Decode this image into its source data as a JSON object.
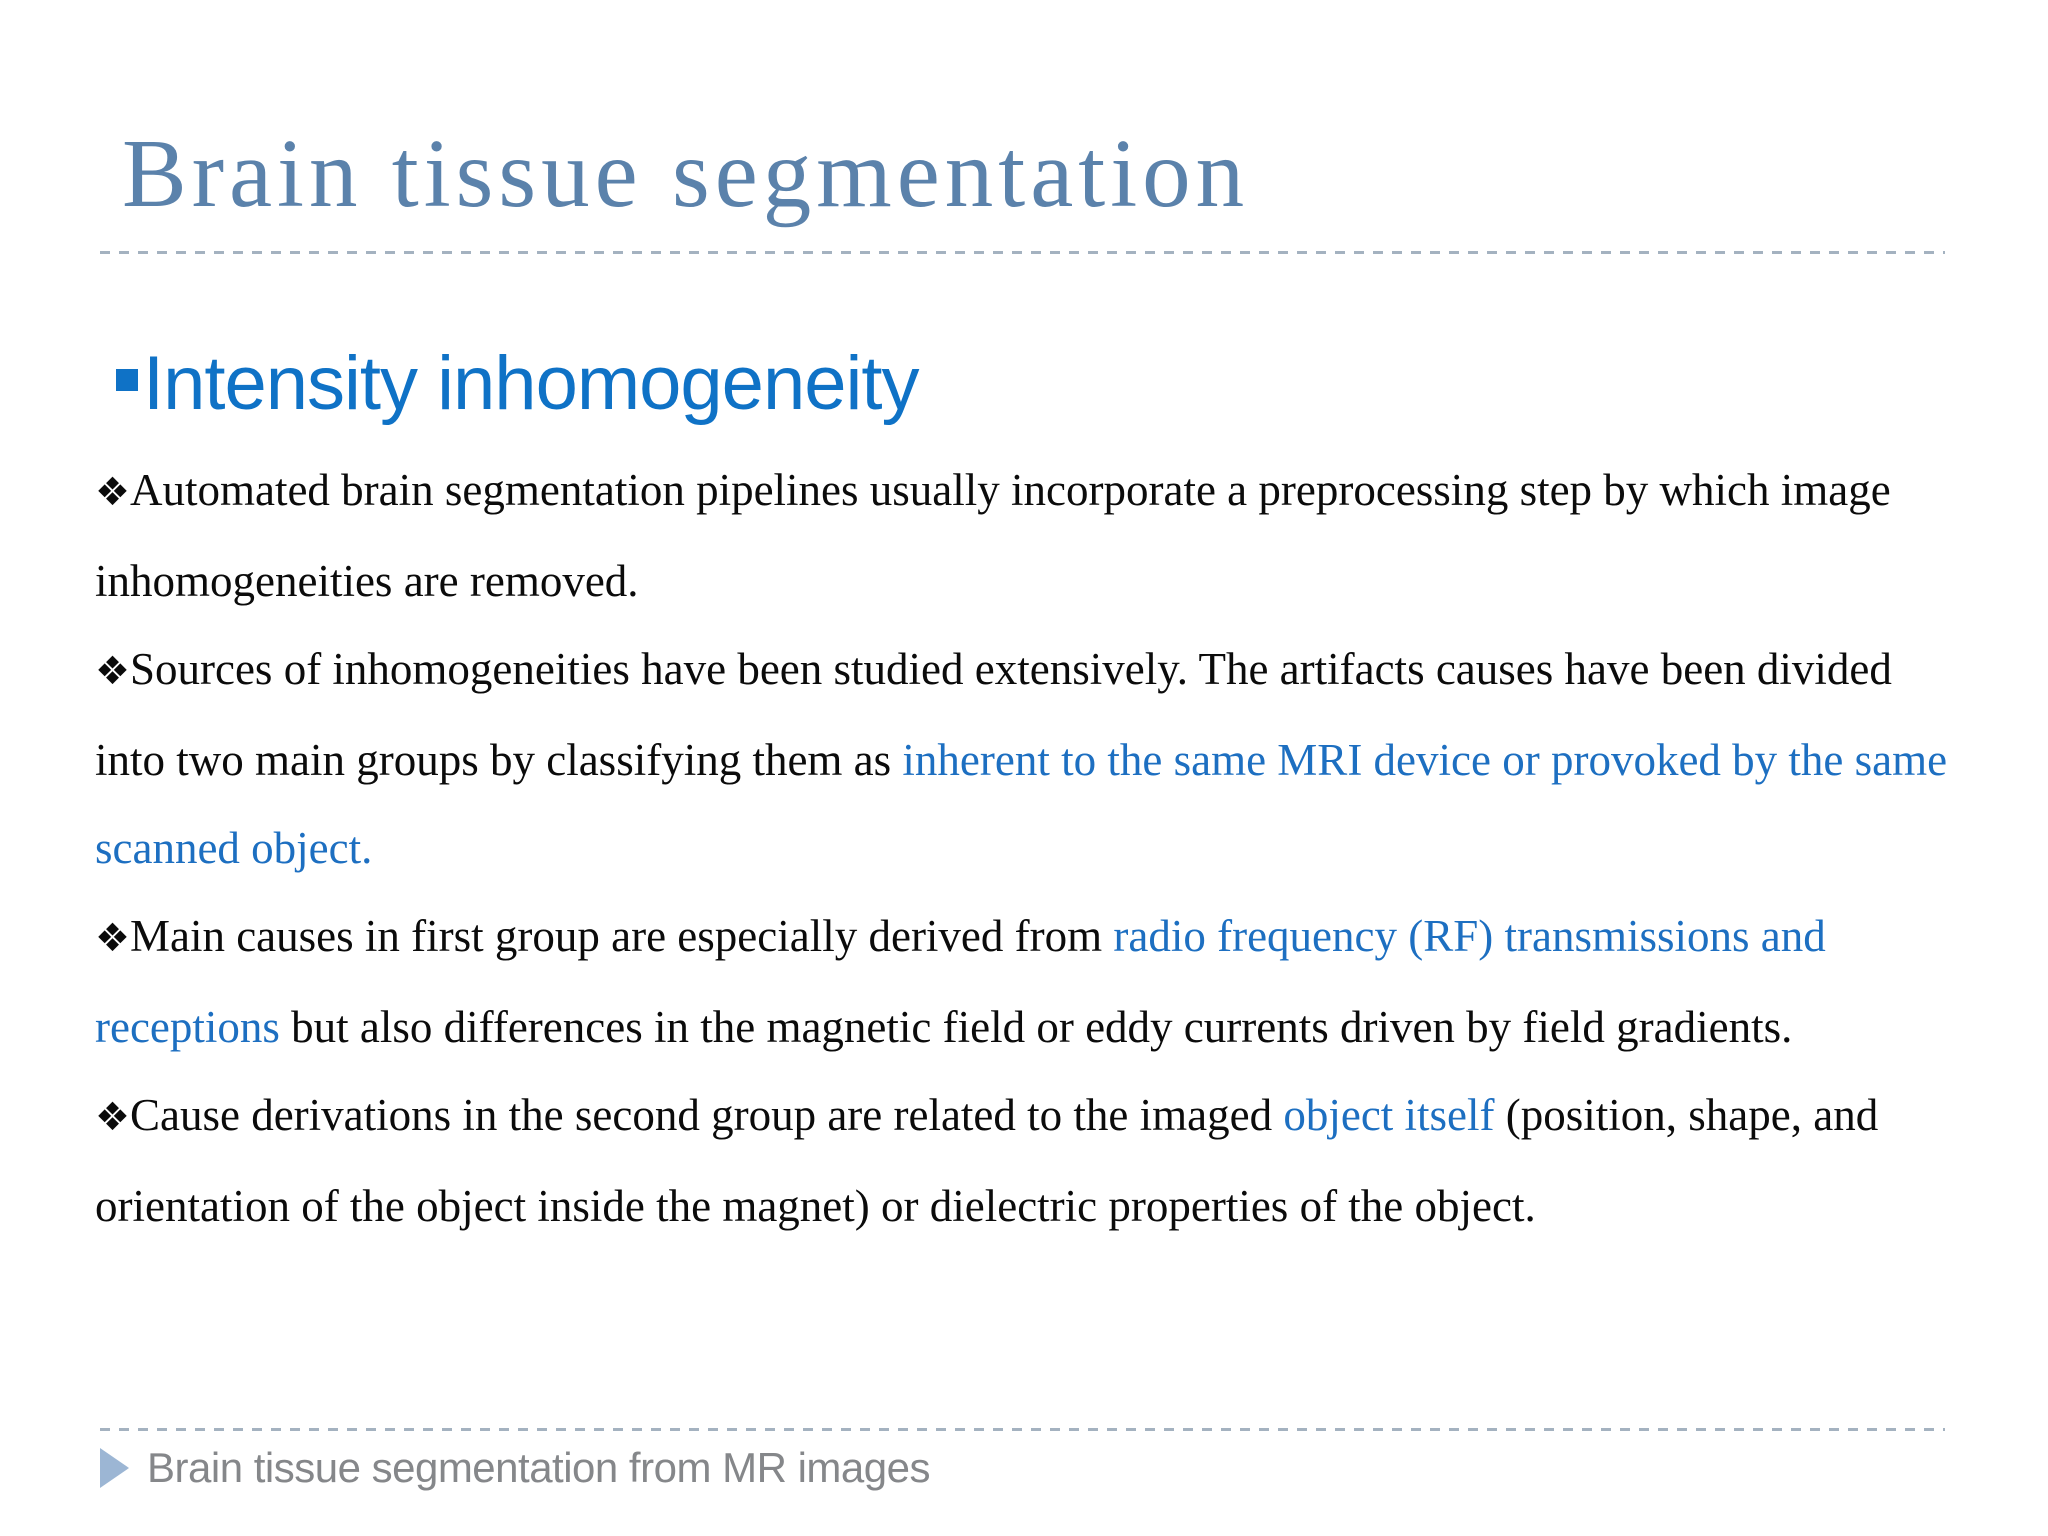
{
  "slide": {
    "title": "Brain tissue segmentation",
    "heading": {
      "text": "Intensity inhomogeneity"
    },
    "bullets": [
      {
        "marker": "❖",
        "segments": [
          {
            "text": "Automated brain segmentation pipelines usually incorporate a preprocessing step by which image inhomogeneities are removed."
          }
        ]
      },
      {
        "marker": "❖",
        "segments": [
          {
            "text": "Sources of inhomogeneities have been studied extensively. The artifacts causes have been divided into two main groups by classifying them as "
          },
          {
            "text": "inherent to the same MRI device or provoked by the same scanned object."
          }
        ]
      },
      {
        "marker": "❖",
        "segments": [
          {
            "text": "Main causes in first group are especially derived from "
          },
          {
            "text": "radio frequency (RF) transmissions and receptions"
          },
          {
            "text": " but also differences in the magnetic field or eddy currents driven by field gradients."
          }
        ]
      },
      {
        "marker": "❖",
        "segments": [
          {
            "text": "Cause derivations in the second group are related to the imaged "
          },
          {
            "text": "object itself"
          },
          {
            "text": " (position, shape, and orientation of the object inside the magnet) or dielectric properties of the object."
          }
        ]
      }
    ],
    "footer": {
      "text": "Brain tissue segmentation from MR images"
    },
    "colors": {
      "title": "#5b82ab",
      "heading_blue": "#0f72c6",
      "link_blue": "#1d6fc1",
      "body_text": "#0b0b0b",
      "footer_gray": "#85878a",
      "dashed_rule": "#a4b2c0",
      "footer_triangle": "#9cb6d4",
      "background": "#ffffff"
    }
  }
}
